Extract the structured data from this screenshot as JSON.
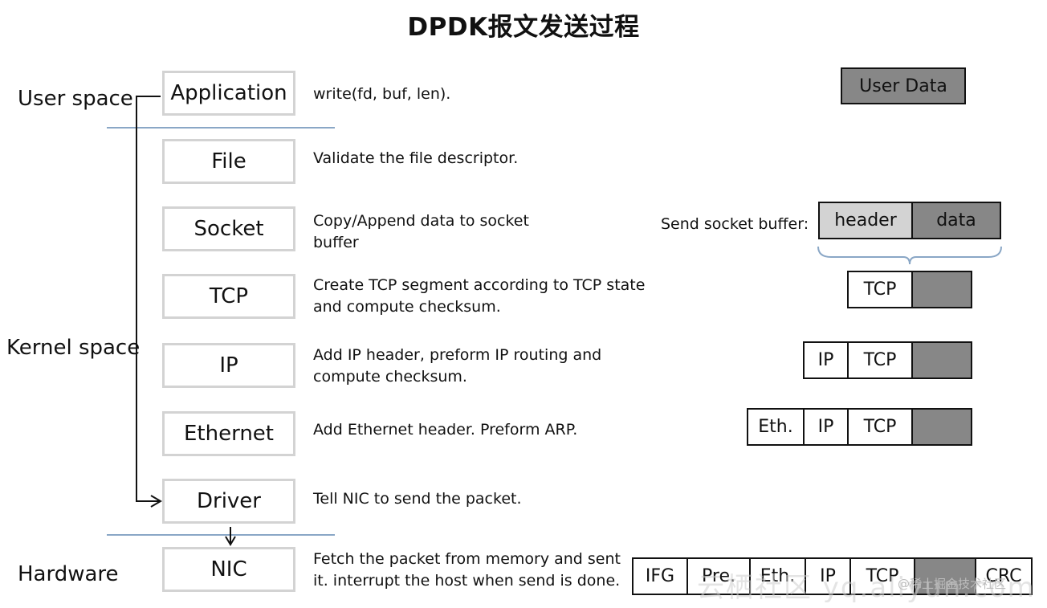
{
  "title": "DPDK报文发送过程",
  "spaces": {
    "user": "User space",
    "kernel": "Kernel space",
    "hardware": "Hardware"
  },
  "layers": [
    {
      "name": "Application",
      "desc": [
        "write(fd, buf, len)."
      ]
    },
    {
      "name": "File",
      "desc": [
        "Validate the file descriptor."
      ]
    },
    {
      "name": "Socket",
      "desc": [
        "Copy/Append data to socket",
        "buffer"
      ]
    },
    {
      "name": "TCP",
      "desc": [
        "Create TCP segment according to TCP state",
        "and compute checksum."
      ]
    },
    {
      "name": "IP",
      "desc": [
        "Add IP header, preform IP routing and",
        "compute checksum."
      ]
    },
    {
      "name": "Ethernet",
      "desc": [
        "Add Ethernet header. Preform ARP."
      ]
    },
    {
      "name": "Driver",
      "desc": [
        "Tell NIC to send the packet."
      ]
    },
    {
      "name": "NIC",
      "desc": [
        "Fetch the packet from memory and sent",
        "it. interrupt the host when send is done."
      ]
    }
  ],
  "packets": {
    "user_data": "User Data",
    "socket_buffer_label": "Send socket buffer:",
    "socket_buffer": [
      "header",
      "data"
    ],
    "tcp": [
      "TCP",
      ""
    ],
    "ip": [
      "IP",
      "TCP",
      ""
    ],
    "eth": [
      "Eth.",
      "IP",
      "TCP",
      ""
    ],
    "nic": [
      "IFG",
      "Pre.",
      "Eth.",
      "IP",
      "TCP",
      "",
      "CRC"
    ]
  },
  "watermark": {
    "main": "云栖社区 yq.aliyun.com",
    "sub": "@稀土掘金技术社区"
  },
  "colors": {
    "box_border": "#d3d3d3",
    "data_fill": "#878787",
    "header_fill": "#d3d3d3",
    "separator": "#8aa7c6"
  }
}
